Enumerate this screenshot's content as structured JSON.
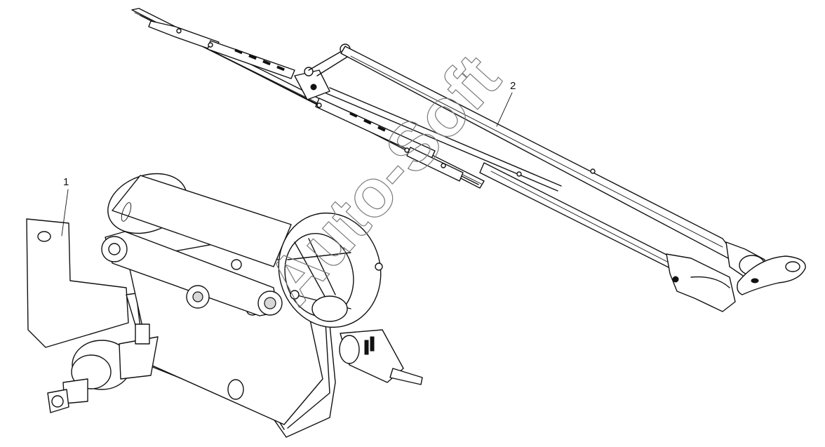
{
  "callouts": {
    "part_1": "1",
    "part_2": "2"
  },
  "watermark": "Auto-Soft"
}
